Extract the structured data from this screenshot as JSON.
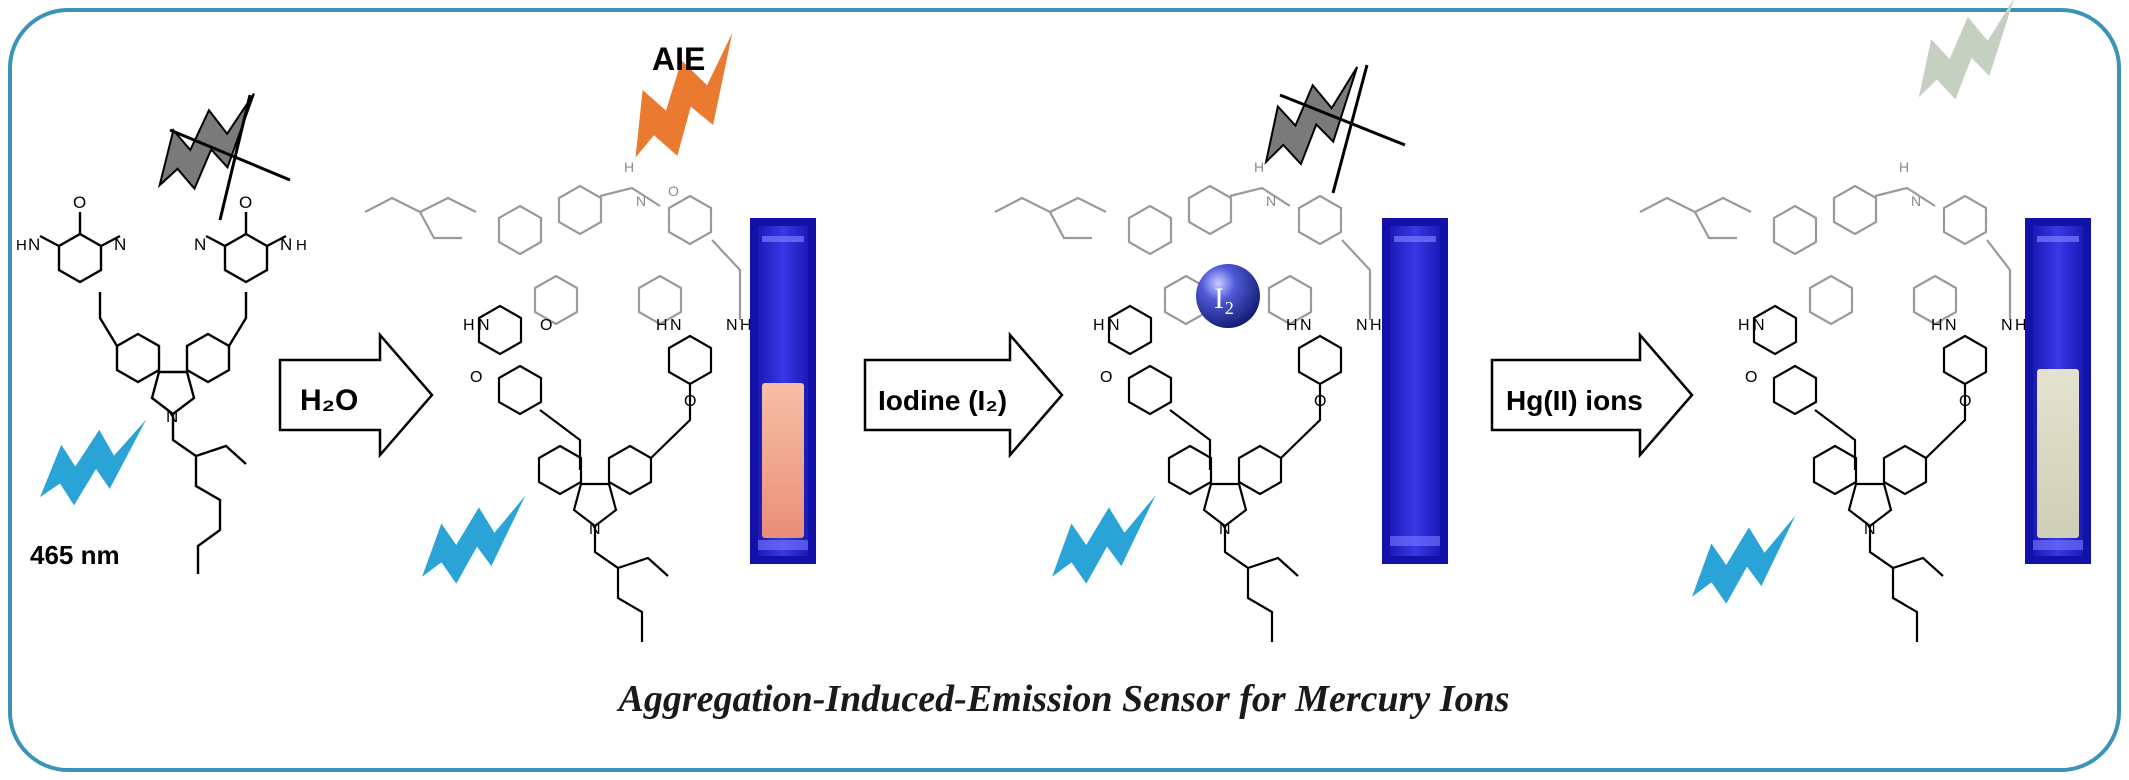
{
  "labels": {
    "aie": "AIE",
    "excitation": "465 nm",
    "step1": "H₂O",
    "step2": "Iodine (I₂)",
    "step3": "Hg(II) ions",
    "iodine_bead": "I₂",
    "caption": "Aggregation-Induced-Emission Sensor for Mercury Ions"
  },
  "atoms": {
    "oxygen": "O",
    "nitrogen": "N",
    "hydrogen": "H"
  },
  "colors": {
    "frame": "#3a93b8",
    "excitation_bolt": "#2aa3d6",
    "aie_bolt": "#e97a2f",
    "quenched_bolt": "#7a7a7a",
    "restored_bolt": "#c5d0c0",
    "cuvette_glow": "#2929d6",
    "solution_aie": "#f2ab94",
    "solution_restored": "#d9d8c3",
    "iodine_bead": "#2a35a8"
  },
  "icons": {
    "bolt": "lightning-bolt-icon",
    "crossed": "crossed-out-icon",
    "arrow": "process-arrow-icon",
    "cuvette": "cuvette-photo-icon"
  },
  "cuvettes": [
    {
      "state": "aggregated",
      "solution_fill": 0.53
    },
    {
      "state": "quenched",
      "solution_fill": 0.0
    },
    {
      "state": "restored",
      "solution_fill": 0.58
    }
  ]
}
